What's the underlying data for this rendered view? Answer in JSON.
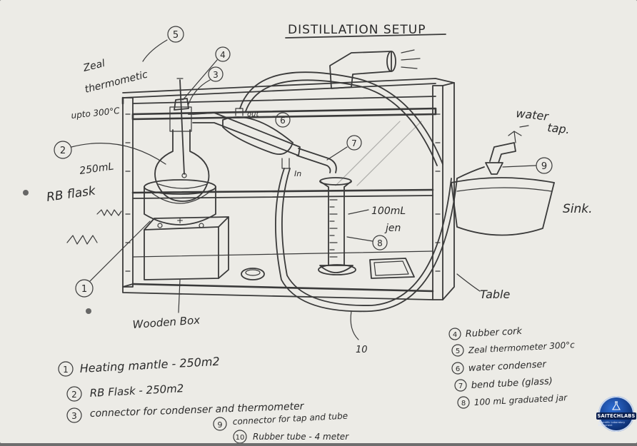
{
  "title": "DISTILLATION SETUP",
  "labels": {
    "thermometer_num": "5",
    "thermometer_line1": "Zeal",
    "thermometer_line2": "thermometic",
    "thermometer_line3": "upto 300°C",
    "cork_num": "4",
    "connector_num": "3",
    "flask_num": "2",
    "flask_line1": "250mL",
    "flask_line2": "RB flask",
    "condenser_num": "6",
    "condenser_out": "out",
    "condenser_in": "In",
    "bend_num": "7",
    "jar_line1": "100mL",
    "jar_line2": "jen",
    "jar_num": "8",
    "mantle_num": "1",
    "wooden_box": "Wooden Box",
    "tube_num": "10",
    "water_tap_line1": "water",
    "water_tap_line2": "tap.",
    "tap_connector_num": "9",
    "sink": "Sink.",
    "table": "Table"
  },
  "legend_left": [
    {
      "num": "1",
      "text": "Heating mantle - 250m2"
    },
    {
      "num": "2",
      "text": "RB Flask - 250m2"
    },
    {
      "num": "3",
      "text": "connector for condenser and thermometer"
    },
    {
      "num": "9",
      "text": "connector for tap and tube"
    },
    {
      "num": "10",
      "text": "Rubber tube - 4 meter"
    }
  ],
  "legend_right": [
    {
      "num": "4",
      "text": "Rubber cork"
    },
    {
      "num": "5",
      "text": "Zeal thermometer 300°c"
    },
    {
      "num": "6",
      "text": "water condenser"
    },
    {
      "num": "7",
      "text": "bend tube (glass)"
    },
    {
      "num": "8",
      "text": "100 mL graduated jar"
    }
  ],
  "logo": {
    "name": "SAITECHLABS",
    "tagline": "Scientific Laboratory Equipment"
  },
  "colors": {
    "paper": "#ecebe6",
    "pencil": "#3a3a3a",
    "logo_blue": "#0d2f73"
  }
}
